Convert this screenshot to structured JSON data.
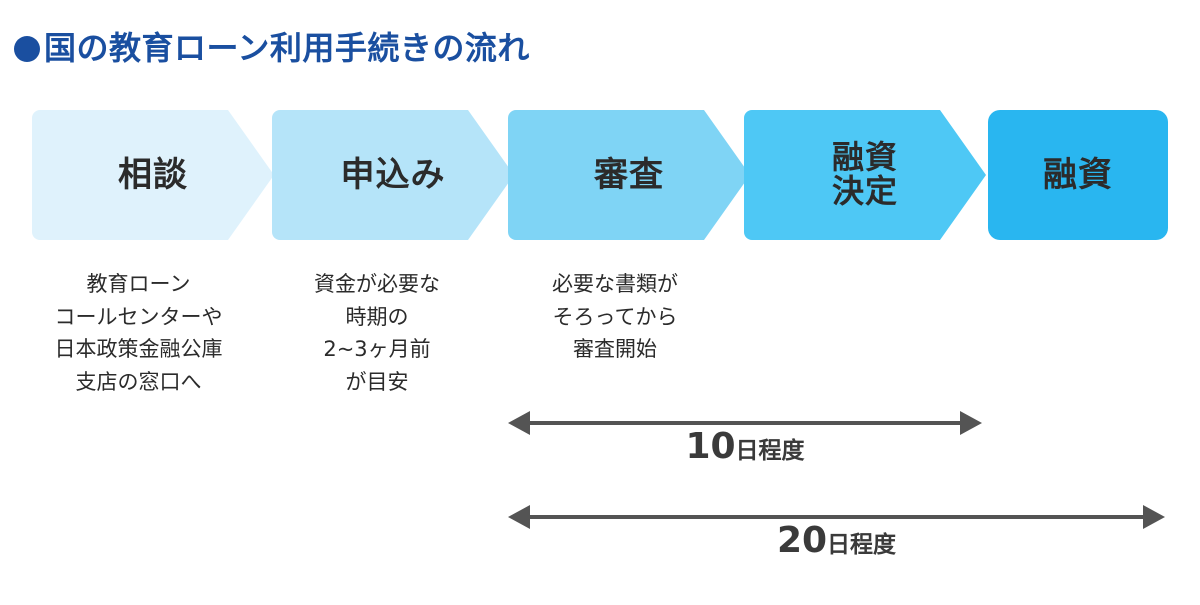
{
  "header": {
    "bullet_icon": "filled-circle-bullet",
    "title": "国の教育ローン利用手続きの流れ",
    "title_color": "#1a4fa0"
  },
  "flow": {
    "steps": [
      {
        "id": "consultation",
        "label": "相談",
        "shape": "chevron",
        "fill": "#dff2fc",
        "caption": "教育ローン\nコールセンターや\n日本政策金融公庫\n支店の窓口へ"
      },
      {
        "id": "application",
        "label": "申込み",
        "shape": "chevron",
        "fill": "#b5e4f9",
        "caption": "資金が必要な\n時期の\n2~3ヶ月前\nが目安"
      },
      {
        "id": "screening",
        "label": "審査",
        "shape": "chevron",
        "fill": "#7fd4f5",
        "caption": "必要な書類が\nそろってから\n審査開始"
      },
      {
        "id": "loan-decision",
        "label": "融資\n決定",
        "shape": "chevron",
        "fill": "#4ec8f5",
        "caption": ""
      },
      {
        "id": "financing",
        "label": "融資",
        "shape": "rounded-rect",
        "fill": "#29b6f0",
        "caption": ""
      }
    ]
  },
  "durations": [
    {
      "id": "ten-days",
      "number": "10",
      "unit": "日程度",
      "arrow_color": "#545454",
      "from_step": "screening",
      "to_step": "loan-decision"
    },
    {
      "id": "twenty-days",
      "number": "20",
      "unit": "日程度",
      "arrow_color": "#545454",
      "from_step": "screening",
      "to_step": "financing"
    }
  ]
}
